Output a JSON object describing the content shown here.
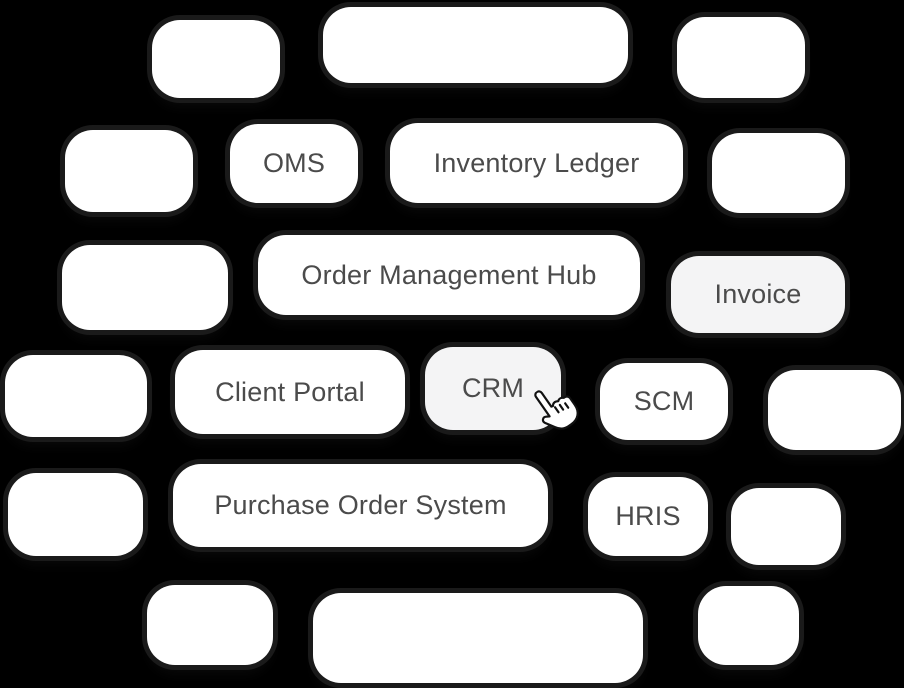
{
  "canvas": {
    "background": "#000000",
    "description": "scattered app-node pills on black background"
  },
  "palette": {
    "pill_fill": "#ffffff",
    "pill_fill_muted": "#f4f4f5",
    "pill_outline": "#1a1a1a",
    "label_color": "#4b4b4b"
  },
  "cursor": {
    "icon": "pointing-hand-cursor"
  },
  "pills": [
    {
      "label": "",
      "variant": "default"
    },
    {
      "label": "",
      "variant": "default"
    },
    {
      "label": "",
      "variant": "default"
    },
    {
      "label": "",
      "variant": "default"
    },
    {
      "label": "OMS",
      "variant": "default"
    },
    {
      "label": "Inventory Ledger",
      "variant": "default"
    },
    {
      "label": "",
      "variant": "default"
    },
    {
      "label": "",
      "variant": "default"
    },
    {
      "label": "Order Management Hub",
      "variant": "default"
    },
    {
      "label": "Invoice",
      "variant": "muted"
    },
    {
      "label": "",
      "variant": "default"
    },
    {
      "label": "Client Portal",
      "variant": "default"
    },
    {
      "label": "CRM",
      "variant": "muted"
    },
    {
      "label": "SCM",
      "variant": "default"
    },
    {
      "label": "",
      "variant": "default"
    },
    {
      "label": "",
      "variant": "default"
    },
    {
      "label": "Purchase Order System",
      "variant": "default"
    },
    {
      "label": "HRIS",
      "variant": "default"
    },
    {
      "label": "",
      "variant": "default"
    },
    {
      "label": "",
      "variant": "default"
    },
    {
      "label": "",
      "variant": "default"
    },
    {
      "label": "",
      "variant": "default"
    }
  ]
}
